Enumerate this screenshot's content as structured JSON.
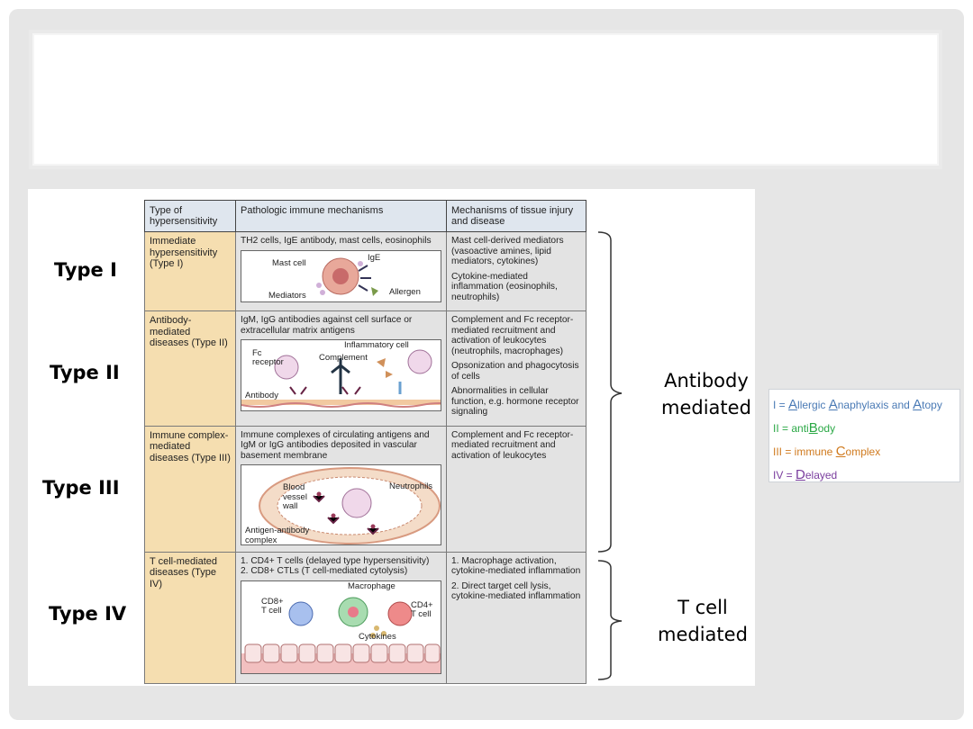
{
  "slide": {
    "type_labels": [
      "Type I",
      "Type II",
      "Type III",
      "Type IV"
    ],
    "side_labels": {
      "antibody_line1": "Antibody",
      "antibody_line2": "mediated",
      "tcell_line1": "T cell",
      "tcell_line2": "mediated"
    }
  },
  "table": {
    "headers": [
      "Type of hypersensitivity",
      "Pathologic immune mechanisms",
      "Mechanisms of tissue injury and disease"
    ],
    "rows": [
      {
        "type": "Immediate hypersensitivity (Type I)",
        "mechanism": "TH2 cells, IgE antibody, mast cells, eosinophils",
        "fig_labels": [
          "Mast cell",
          "IgE",
          "Allergen",
          "Mediators"
        ],
        "injury": [
          "Mast cell-derived mediators (vasoactive amines, lipid mediators, cytokines)",
          "Cytokine-mediated inflammation (eosinophils, neutrophils)"
        ]
      },
      {
        "type": "Antibody-mediated diseases (Type II)",
        "mechanism": "IgM, IgG antibodies against cell surface or extracellular matrix antigens",
        "fig_labels": [
          "Fc receptor",
          "Complement",
          "Inflammatory cell",
          "Antibody"
        ],
        "injury": [
          "Complement and Fc receptor-mediated recruitment and activation of leukocytes (neutrophils, macrophages)",
          "Opsonization and phagocytosis of cells",
          "Abnormalities in cellular function, e.g. hormone receptor signaling"
        ]
      },
      {
        "type": "Immune complex-mediated diseases (Type III)",
        "mechanism": "Immune complexes of circulating antigens and IgM or IgG antibodies deposited in vascular basement membrane",
        "fig_labels": [
          "Blood vessel wall",
          "Neutrophils",
          "Antigen-antibody complex"
        ],
        "injury": [
          "Complement and Fc receptor-mediated recruitment and activation of leukocytes"
        ]
      },
      {
        "type": "T cell-mediated diseases (Type IV)",
        "mechanism": [
          "1. CD4+ T cells (delayed type hypersensitivity)",
          "2. CD8+ CTLs (T cell-mediated cytolysis)"
        ],
        "fig_labels": [
          "Macrophage",
          "CD8+ T cell",
          "CD4+ T cell",
          "Cytokines"
        ],
        "injury": [
          "1. Macrophage activation, cytokine-mediated inflammation",
          "2. Direct target cell lysis, cytokine-mediated inflammation"
        ]
      }
    ]
  },
  "legend": {
    "items": [
      {
        "pre": "I = ",
        "k1": "A",
        "t1": "llergic ",
        "k2": "A",
        "t2": "naphylaxis and ",
        "k3": "A",
        "t3": "topy",
        "color": "#4a7ab5"
      },
      {
        "pre": "II = anti",
        "k1": "B",
        "t1": "ody",
        "color": "#2aa845"
      },
      {
        "pre": "III = immune ",
        "k1": "C",
        "t1": "omplex",
        "color": "#d07a1e"
      },
      {
        "pre": "IV = ",
        "k1": "D",
        "t1": "elayed",
        "color": "#7a3d9e"
      }
    ]
  }
}
